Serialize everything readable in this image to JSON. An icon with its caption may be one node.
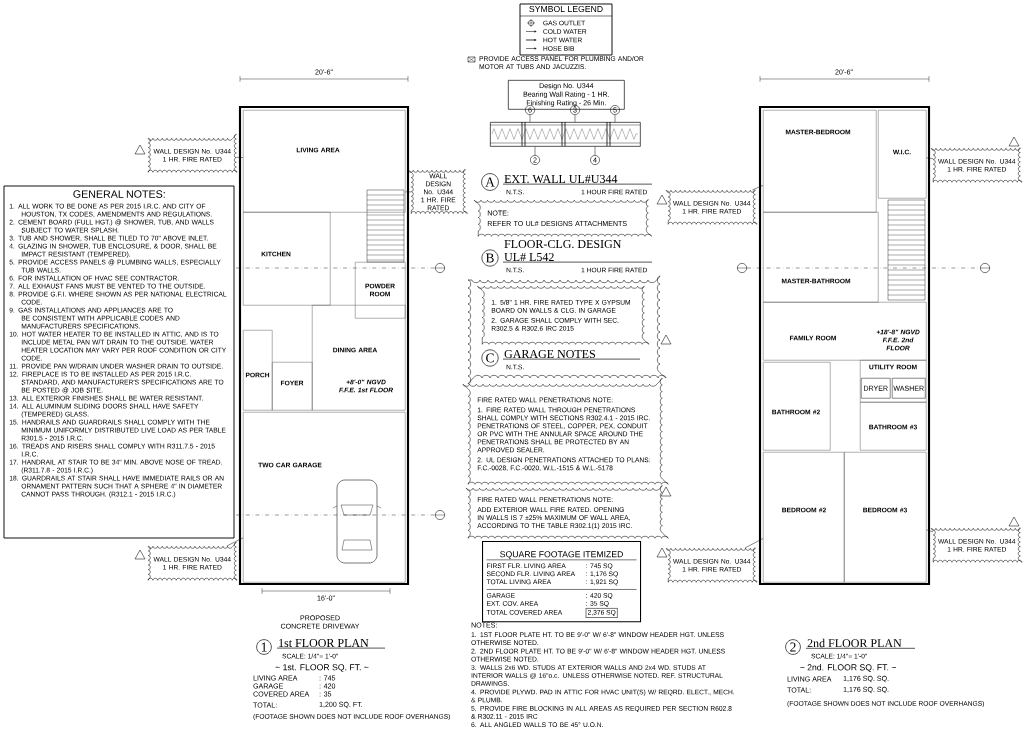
{
  "diagram": {
    "nodes": [
      {
        "text": [
          "GENERAL NOTES:",
          "1. ALL WORK TO BE DONE AS PER 2015 I.R.C. AND CITY OF HOUSTON, TX CODES, AMENDMENTS AND REGULATIONS.",
          "2. CEMENT BOARD (FULL HGT.) @ SHOWER, TUB, AND WALLS SUBJECT TO WATER SPLASH.",
          "3. TUB AND SHOWER, SHALL BE TILED TO 70\" ABOVE INLET.",
          "4. GLAZING IN SHOWER, TUB ENCLOSURE, & DOOR, SHALL BE IMPACT RESISTANT (TEMPERED).",
          "5. PROVIDE ACCESS PANELS @ PLUMBING WALLS, ESPECIALLY TUB WALLS.",
          "6. FOR INSTALLATION OF HVAC SEE CONTRACTOR.",
          "7. ALL EXHAUST FANS MUST BE VENTED TO THE OUTSIDE.",
          "8. PROVIDE G.F.I. WHERE SHOWN AS PER NATIONAL ELECTRICAL CODE.",
          "9. GAS INSTALLATIONS AND APPLIANCES ARE TO BE CONSISTENT WITH APPLICABLE CODES AND MANUFACTURERS SPECIFICATIONS.",
          "10. HOT WATER HEATER TO BE INSTALLED IN ATTIC, AND IS TO INCLUDE METAL PAN W/T DRAIN TO THE OUTSIDE. WATER HEATER LOCATION MAY VARY PER ROOF CONDITION OR CITY CODE.",
          "11. PROVIDE PAN W/DRAIN UNDER WASHER DRAIN TO OUTSIDE.",
          "12. FIREPLACE IS TO BE INSTALLED AS PER 2015 I.R.C. STANDARD, AND MANUFACTURER'S SPECIFICATIONS ARE TO BE POSTED @ JOB SITE.",
          "13. ALL EXTERIOR FINISHES SHALL BE WATER RESISTANT.",
          "14. ALL ALUMINUM SLIDING DOORS SHALL HAVE SAFETY (TEMPERED) GLASS.",
          "15. HANDRAILS AND GUARDRAILS SHALL COMPLY WITH THE MINIMUM UNIFORMLY DISTRIBUTED LIVE LOAD AS PER TABLE R301.5 - 2015 I.R.C.",
          "16. TREADS AND RISERS SHALL COMPLY WITH R311.7.5 - 2015 I.R.C.",
          "17. HANDRAIL AT STAIR TO BE 34\" MIN. ABOVE NOSE OF TREAD. (R311.7.8 - 2015 I.R.C.)",
          "18. GUARDRAILS AT STAIR SHALL HAVE IMMEDIATE RAILS OR AN ORNAMENT PATTERN SUCH THAT A SPHERE 4\" IN DIAMETER CANNOT PASS THROUGH. (R312.1 - 2015 I.R.C.)"
        ]
      },
      {
        "text": [
          "SYMBOL LEGEND"
        ]
      },
      {
        "text": [
          "Design No. U344",
          "Bearing Wall Rating - 1 HR.",
          "Finishing Rating - 26 Min."
        ]
      },
      {
        "text": [
          "6"
        ]
      },
      {
        "text": [
          "3"
        ]
      },
      {
        "text": [
          "5"
        ]
      },
      {
        "text": [
          "2"
        ]
      },
      {
        "text": [
          "4"
        ]
      },
      {
        "text": [
          "NOTE:",
          "REFER TO UL# DESIGNS ATTACHMENTS"
        ]
      },
      {
        "text": [
          "1. 5/8\" 1 HR. FIRE RATED TYPE X GYPSUM BOARD ON WALLS & CLG. IN GARAGE",
          "2. GARAGE SHALL COMPLY WITH SEC. R302.5 & R302.6 IRC 2015"
        ]
      },
      {
        "text": [
          "FIRE RATED WALL PENETRATIONS NOTE:",
          "1. FIRE RATED WALL THROUGH PENETRATIONS SHALL COMPLY WITH SECTIONS R302.4.1 - 2015 IRC. PENETRATIONS OF STEEL, COPPER, PEX, CONDUIT OR PVC WITH THE ANNULAR SPACE AROUND THE PENETRATIONS SHALL BE PROTECTED BY AN APPROVED SEALER.",
          "2. UL DESIGN PENETRATIONS ATTACHED TO PLANS: F.C.-0028, F.C.-0020, W.L.-1515 & W.L.-5178"
        ]
      },
      {
        "text": [
          "FIRE RATED WALL PENETRATIONS NOTE:",
          "ADD EXTERIOR WALL FIRE RATED. OPENING IN WALLS IS 7 ±25% MAXIMUM OF WALL AREA, ACCORDING TO THE TABLE R302.1(1) 2015 IRC."
        ]
      },
      {
        "text": [
          "SQUARE FOOTAGE ITEMIZED",
          "FIRST FLR. LIVING AREA",
          ": 745 SQ",
          "SECOND FLR. LIVING AREA",
          ": 1,176 SQ",
          "TOTAL LIVING AREA",
          ": 1,921 SQ",
          "GARAGE",
          ": 420 SQ",
          "EXT. COV. AREA",
          ": 35 SQ",
          "TOTAL COVERED AREA",
          "2,376 SQ"
        ]
      },
      {
        "text": [
          "LIVING AREA"
        ]
      },
      {
        "text": [
          "KITCHEN"
        ]
      },
      {
        "text": [
          "POWDER ROOM"
        ]
      },
      {
        "text": [
          "PORCH"
        ]
      },
      {
        "text": [
          "FOYER"
        ]
      },
      {
        "text": [
          "DINING AREA"
        ]
      },
      {
        "text": [
          "TWO CAR GARAGE"
        ]
      },
      {
        "text": [
          "MASTER-BEDROOM"
        ]
      },
      {
        "text": [
          "W.I.C."
        ]
      },
      {
        "text": [
          "MASTER-BATHROOM"
        ]
      },
      {
        "text": [
          "FAMILY ROOM"
        ]
      },
      {
        "text": [
          "UTILITY ROOM"
        ]
      },
      {
        "text": [
          "BATHROOM #2"
        ]
      },
      {
        "text": [
          "BATHROOM #3"
        ]
      },
      {
        "text": [
          "BEDROOM #2"
        ]
      },
      {
        "text": [
          "BEDROOM #3"
        ]
      },
      {
        "text": [
          "WALL DESIGN No. U344 1 HR. FIRE RATED"
        ]
      },
      {
        "text": [
          "WALL DESIGN No. U344 1 HR. FIRE RATED"
        ]
      },
      {
        "text": [
          "WALL DESIGN No. U344 1 HR. FIRE RATED"
        ]
      },
      {
        "text": [
          "WALL DESIGN No. U344 1 HR. FIRE RATED"
        ]
      },
      {
        "text": [
          "WALL DESIGN No. U344 1 HR. FIRE RATED"
        ]
      },
      {
        "text": [
          "WALL DESIGN No. U344 1 HR. FIRE RATED"
        ]
      },
      {
        "text": [
          "WALL DESIGN No. U344 1 HR. FIRE RATED"
        ]
      },
      {
        "text": [
          "DRYER"
        ],
        "in": 24
      },
      {
        "text": [
          "WASHER"
        ],
        "in": 24
      },
      {
        "text": [],
        "shape": "picture"
      }
    ],
    "edges": [
      {
        "from": 3,
        "to": 38,
        "arrow": "none"
      },
      {
        "from": 4,
        "to": 38,
        "arrow": "none"
      },
      {
        "from": 5,
        "to": 38,
        "arrow": "none"
      },
      {
        "from": 6,
        "to": 38,
        "arrow": "none"
      },
      {
        "from": 7,
        "to": 38,
        "arrow": "none"
      },
      {
        "from": 29,
        "to": 13,
        "arrow": "none"
      },
      {
        "from": 30,
        "to": 19,
        "arrow": "none"
      },
      {
        "from": 31,
        "to": 20,
        "arrow": "none"
      },
      {
        "from": 32,
        "to": 27,
        "arrow": "none"
      },
      {
        "from": 33,
        "to": 21,
        "arrow": "none"
      },
      {
        "from": 34,
        "to": 28,
        "arrow": "none"
      },
      {
        "from": 35,
        "to": 13,
        "arrow": "none"
      }
    ],
    "labels": [
      "PROVIDE ACCESS PANEL FOR PLUMBING AND/OR MOTOR AT TUBS AND JACUZZIS.",
      "A",
      "EXT. WALL UL#U344",
      "N.T.S.",
      "1 HOUR FIRE RATED",
      "FLOOR-CLG. DESIGN",
      "B",
      "UL# L542",
      "N.T.S.",
      "1 HOUR FIRE RATED",
      "C",
      "GARAGE NOTES",
      "N.T.S.",
      "20'-6\"",
      "+8'-0\" NGVD F.F.E. 1st FLOOR",
      "16'-0\"",
      "PROPOSED CONCRETE DRIVEWAY",
      "1",
      "1st FLOOR PLAN",
      "SCALE: 1/4\"= 1'-0\"",
      "~ 1st. FLOOR SQ. FT. ~",
      "LIVING AREA",
      ": 745",
      "GARAGE",
      ": 420",
      "COVERED AREA",
      ": 35",
      "TOTAL:",
      "1,200 SQ. FT.",
      "(FOOTAGE SHOWN DOES NOT INCLUDE ROOF OVERHANGS)",
      "20'-6\"",
      "+18'-8\" NGVD F.F.E. 2nd FLOOR",
      "2",
      "2nd FLOOR PLAN",
      "SCALE: 1/4\"= 1'-0\"",
      "~ 2nd. FLOOR SQ. FT. ~",
      "LIVING AREA",
      "1,176 SQ. SQ.",
      "TOTAL:",
      "1,176 SQ. SQ.",
      "(FOOTAGE SHOWN DOES NOT INCLUDE ROOF OVERHANGS)",
      "NOTES:",
      "1. 1ST FLOOR PLATE HT. TO BE 9'-0\" W/ 6'-8\" WINDOW HEADER HGT. UNLESS OTHERWISE NOTED.",
      "2. 2ND FLOOR PLATE HT. TO BE 9'-0\" W/ 6'-8\" WINDOW HEADER HGT. UNLESS OTHERWISE NOTED.",
      "3. WALLS 2x6 WD. STUDS AT EXTERIOR WALLS AND 2x4 WD. STUDS AT INTERIOR WALLS @ 16\"o.c. UNLESS OTHERWISE NOTED. REF. STRUCTURAL DRAWINGS.",
      "4. PROVIDE PLYWD. PAD IN ATTIC FOR HVAC UNIT(S) W/ REQRD. ELECT., MECH. & PLUMB.",
      "5. PROVIDE FIRE BLOCKING IN ALL AREAS AS REQUIRED PER SECTION R602.8 & R302.11 - 2015 IRC",
      "6. ALL ANGLED WALLS TO BE 45° U.O.N."
    ],
    "legend": [
      {
        "text": "GAS OUTLET"
      },
      {
        "text": "COLD WATER"
      },
      {
        "text": "HOT WATER"
      },
      {
        "text": "HOSE BIB"
      }
    ]
  }
}
